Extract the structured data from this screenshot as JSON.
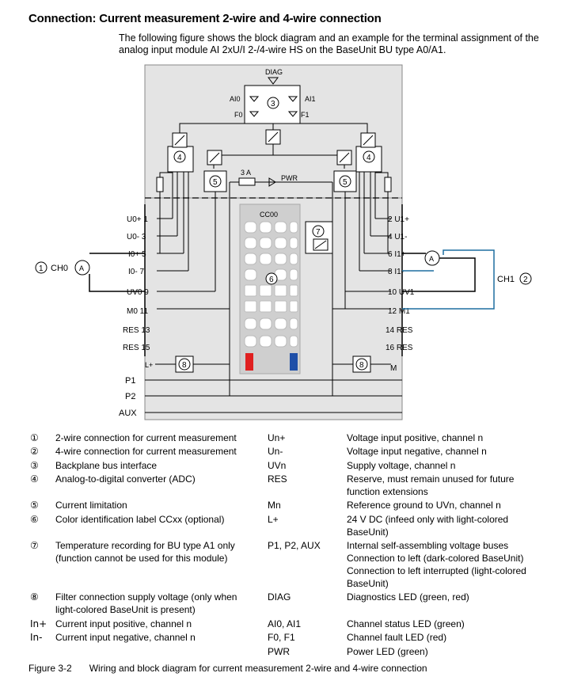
{
  "title": "Connection: Current measurement 2-wire and 4-wire connection",
  "intro": "The following figure shows the block diagram and an example for the terminal assignment of the analog input module AI 2xU/I 2-/4-wire HS on the BaseUnit BU type A0/A1.",
  "diagram": {
    "diag": "DIAG",
    "ai0": "AI0",
    "ai1": "AI1",
    "f0": "F0",
    "f1": "F1",
    "fuse": "3 A",
    "pwr": "PWR",
    "cc": "CC00",
    "ch0": "CH0",
    "ch1": "CH1",
    "meter": "A",
    "left_terminals": [
      "U0+ 1",
      "U0- 3",
      "I0+ 5",
      "I0- 7",
      "UV0 9",
      "M0 11",
      "RES 13",
      "RES 15"
    ],
    "right_terminals": [
      "2 U1+",
      "4 U1-",
      "6 I1+",
      "8 I1-",
      "10 UV1",
      "12 M1",
      "14 RES",
      "16 RES"
    ],
    "lplus": "L+",
    "m": "M",
    "buses": [
      "P1",
      "P2",
      "AUX"
    ],
    "callouts": [
      "1",
      "2",
      "3",
      "4",
      "5",
      "6",
      "7",
      "8"
    ]
  },
  "legend_left": [
    {
      "mark": "①",
      "text": "2-wire connection for current measurement"
    },
    {
      "mark": "②",
      "text": "4-wire connection for current measurement"
    },
    {
      "mark": "③",
      "text": "Backplane bus interface"
    },
    {
      "mark": "④",
      "text": "Analog-to-digital converter (ADC)"
    },
    {
      "mark": "⑤",
      "text": "Current limitation"
    },
    {
      "mark": "⑥",
      "text": "Color identification label CCxx (optional)"
    },
    {
      "mark": "⑦",
      "text": "Temperature recording for BU type A1 only (function cannot be used for this module)"
    },
    {
      "mark": "⑧",
      "text": "Filter connection supply voltage (only when light-colored BaseUnit is present)"
    },
    {
      "mark": "In+",
      "text": "Current input positive, channel n"
    },
    {
      "mark": "In-",
      "text": "Current input negative, channel n"
    }
  ],
  "legend_right": [
    {
      "key": "Un+",
      "text": "Voltage input positive, channel n"
    },
    {
      "key": "Un-",
      "text": "Voltage input negative, channel n"
    },
    {
      "key": "UVn",
      "text": "Supply voltage, channel n"
    },
    {
      "key": "RES",
      "text": "Reserve, must remain unused for future function extensions"
    },
    {
      "key": "Mn",
      "text": "Reference ground to UVn, channel n"
    },
    {
      "key": "L+",
      "text": "24 V DC (infeed only with light-colored BaseUnit)"
    },
    {
      "key": "P1, P2, AUX",
      "text": "Internal self-assembling voltage buses Connection to left (dark-colored BaseUnit) Connection to left interrupted (light-colored BaseUnit)"
    },
    {
      "key": "DIAG",
      "text": "Diagnostics LED (green, red)"
    },
    {
      "key": "AI0, AI1",
      "text": "Channel status LED (green)"
    },
    {
      "key": "F0, F1",
      "text": "Channel fault LED (red)"
    },
    {
      "key": "PWR",
      "text": "Power LED (green)"
    }
  ],
  "caption": {
    "label": "Figure 3-2",
    "text": "Wiring and block diagram for current measurement 2-wire and 4-wire connection"
  }
}
